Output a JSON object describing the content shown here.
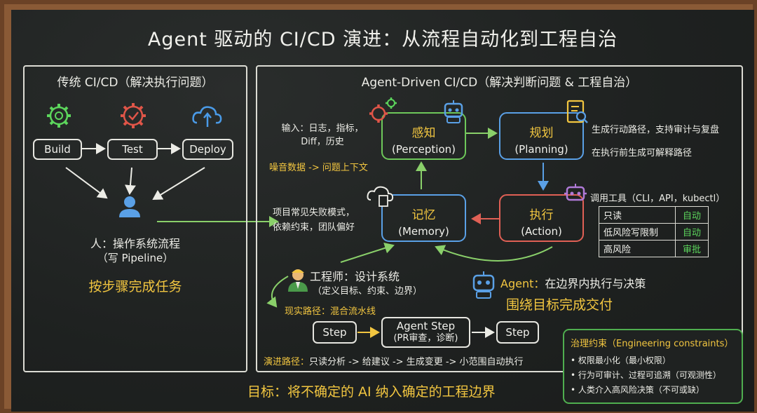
{
  "title": "Agent 驱动的 CI/CD 演进：从流程自动化到工程自治",
  "left_panel": {
    "heading": "传统 CI/CD（解决执行问题）",
    "steps": [
      "Build",
      "Test",
      "Deploy"
    ],
    "person_label": "人：操作系统流程",
    "person_sub": "（写 Pipeline）",
    "summary": "按步骤完成任务"
  },
  "right_panel": {
    "heading": "Agent-Driven CI/CD（解决判断问题 & 工程自治）",
    "perception": {
      "zh": "感知",
      "en": "(Perception)"
    },
    "planning": {
      "zh": "规划",
      "en": "(Planning)"
    },
    "memory": {
      "zh": "记忆",
      "en": "(Memory)"
    },
    "action": {
      "zh": "执行",
      "en": "(Action)"
    },
    "input_line1": "输入：日志，指标，",
    "input_line2": "Diff，历史",
    "noise": "噪音数据 -> 问题上下文",
    "plan_note1": "生成行动路径，支持审计与复盘",
    "plan_note2": "在执行前生成可解释路径",
    "memory_note1": "项目常见失败模式，",
    "memory_note2": "依赖约束，团队偏好",
    "tools_label": "调用工具（CLI，API，kubectl）",
    "permissions": [
      {
        "level": "只读",
        "mode": "自动"
      },
      {
        "level": "低风险写限制",
        "mode": "自动"
      },
      {
        "level": "高风险",
        "mode": "审批"
      }
    ],
    "engineer_title": "工程师：设计系统",
    "engineer_sub": "（定义目标、约束、边界）",
    "agent_prefix": "Agent：",
    "agent_text": "在边界内执行与决策",
    "agent_goal": "围绕目标完成交付",
    "reality_path": "现实路径：混合流水线",
    "hybrid": {
      "step1": "Step",
      "agent_step": "Agent Step",
      "agent_step_sub": "(PR审查，诊断)",
      "step2": "Step"
    },
    "evolution_label": "演进路径：",
    "evolution_text": "只读分析 -> 给建议 -> 生成变更 -> 小范围自动执行"
  },
  "goal": "目标：将不确定的 AI 纳入确定的工程边界",
  "governance": {
    "title": "治理约束（Engineering constraints）",
    "items": [
      "权限最小化（最小权限）",
      "行为可审计、过程可追溯（可观测性）",
      "人类介入高风险决策（不可或缺）"
    ]
  },
  "colors": {
    "yellow": "#f2c640",
    "green": "#5cd65c",
    "red": "#e06055",
    "blue": "#5aa0e6",
    "purple": "#b07ad8"
  },
  "icons": [
    "gear-icon",
    "check-gear-icon",
    "cloud-upload-icon",
    "person-icon",
    "robot-icon",
    "clipboard-search-icon",
    "cloud-doc-icon",
    "engineer-icon"
  ]
}
